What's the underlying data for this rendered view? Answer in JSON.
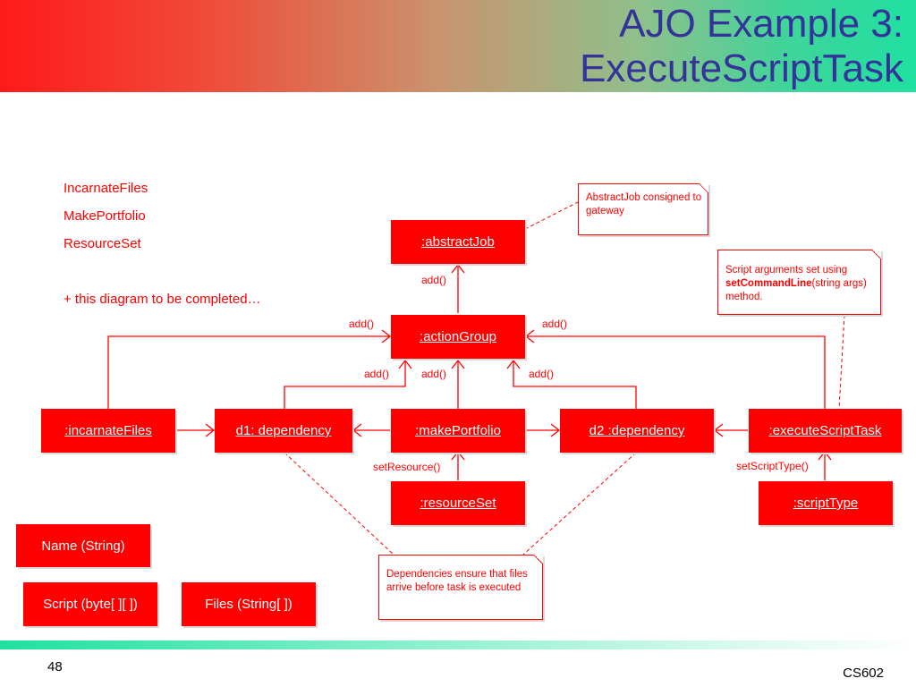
{
  "title": {
    "line1": "AJO Example 3:",
    "line2": "ExecuteScriptTask"
  },
  "bullets": {
    "items": [
      "IncarnateFiles",
      "MakePortfolio",
      "ResourceSet"
    ],
    "note": "+ this diagram to be completed…"
  },
  "objects": {
    "abstract_job": ":abstractJob",
    "action_group": ":actionGroup",
    "incarnate_files": ":incarnateFiles",
    "d1_dependency": "d1: dependency",
    "make_portfolio": ":makePortfolio",
    "d2_dependency": "d2 :dependency",
    "execute_script_task": ":executeScriptTask",
    "resource_set": ":resourceSet",
    "script_type": ":scriptType"
  },
  "fields": {
    "name": "Name (String)",
    "script": "Script (byte[ ][ ])",
    "files": "Files (String[ ])"
  },
  "labels": {
    "add_abstract": "add()",
    "add_left": "add()",
    "add_right": "add()",
    "add_d1": "add()",
    "add_portfolio": "add()",
    "add_d2": "add()",
    "set_resource": "setResource()",
    "set_script_type": "setScriptType()"
  },
  "notes": {
    "abstract_job": "AbstractJob consigned to gateway",
    "script_args_pre": "Script arguments set using ",
    "script_args_bold": "setCommandLine",
    "script_args_post": "(string args) method.",
    "dependencies": "Dependencies ensure that files arrive before task is executed"
  },
  "footer": {
    "page_number": "48",
    "course": "CS602"
  },
  "colors": {
    "accent": "#ff0000",
    "title": "#333399"
  }
}
